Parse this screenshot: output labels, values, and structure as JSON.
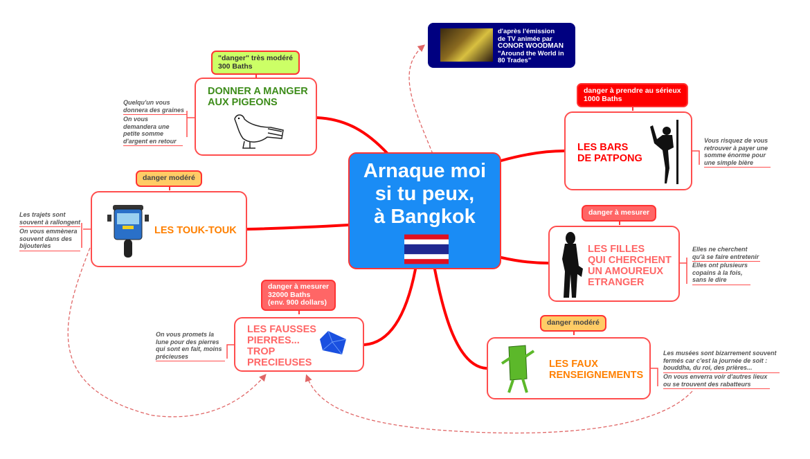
{
  "center": {
    "line1": "Arnaque moi",
    "line2": "si tu peux,",
    "line3": "à Bangkok",
    "flag": "thailand-flag"
  },
  "source": {
    "line1": "d'après l'émission",
    "line2": "de TV animée par",
    "line3": "CONOR WOODMAN",
    "line4": "\"Around the World in",
    "line5": "80 Trades\""
  },
  "nodes": {
    "pigeons": {
      "title1": "DONNER A MANGER",
      "title2": "AUX PIGEONS",
      "danger1": "\"danger\" très modéré",
      "danger2": "300 Baths",
      "notes": [
        "Quelqu'un vous donnera des graines",
        "On vous demandera une petite somme d'argent en retour"
      ],
      "color": "#3d8c1a"
    },
    "bars": {
      "title1": "LES BARS",
      "title2": "DE PATPONG",
      "danger1": "danger à prendre au sérieux",
      "danger2": "1000 Baths",
      "notes": [
        "Vous risquez de vous retrouver à payer une somme énorme pour une simple bière"
      ],
      "color": "#ff0000"
    },
    "touk": {
      "title": "LES TOUK-TOUK",
      "danger": "danger modéré",
      "notes": [
        "Les trajets sont souvent à rallongent",
        "On vous emmènera souvent dans des bijouteries"
      ],
      "color": "#ff8000"
    },
    "filles": {
      "title1": "LES FILLES",
      "title2": "QUI CHERCHENT",
      "title3": "UN AMOUREUX",
      "title4": "ETRANGER",
      "danger": "danger à mesurer",
      "notes": [
        "Elles ne cherchent qu'à se faire entretenir",
        "Elles ont plusieurs copains à la fois, sans le dire"
      ],
      "color": "#ff6666"
    },
    "pierres": {
      "title1": "LES FAUSSES",
      "title2": "PIERRES...",
      "title3": "TROP",
      "title4": "PRECIEUSES",
      "danger1": "danger à mesurer",
      "danger2": "32000 Baths",
      "danger3": "(env. 900 dollars)",
      "notes": [
        "On vous promets la lune pour des pierres qui sont en fait, moins précieuses"
      ],
      "color": "#ff6666"
    },
    "faux": {
      "title1": "LES FAUX",
      "title2": "RENSEIGNEMENTS",
      "danger": "danger modéré",
      "notes": [
        "Les musées sont bizarrement souvent fermés car c'est la journée de soit : bouddha, du roi, des prières...",
        "On vous enverra voir d'autres lieux ou se trouvent des rabatteurs"
      ],
      "color": "#ff8000"
    }
  },
  "colors": {
    "branch": "#ff0000",
    "center_bg": "#1a8cf5",
    "source_bg": "#000080"
  }
}
